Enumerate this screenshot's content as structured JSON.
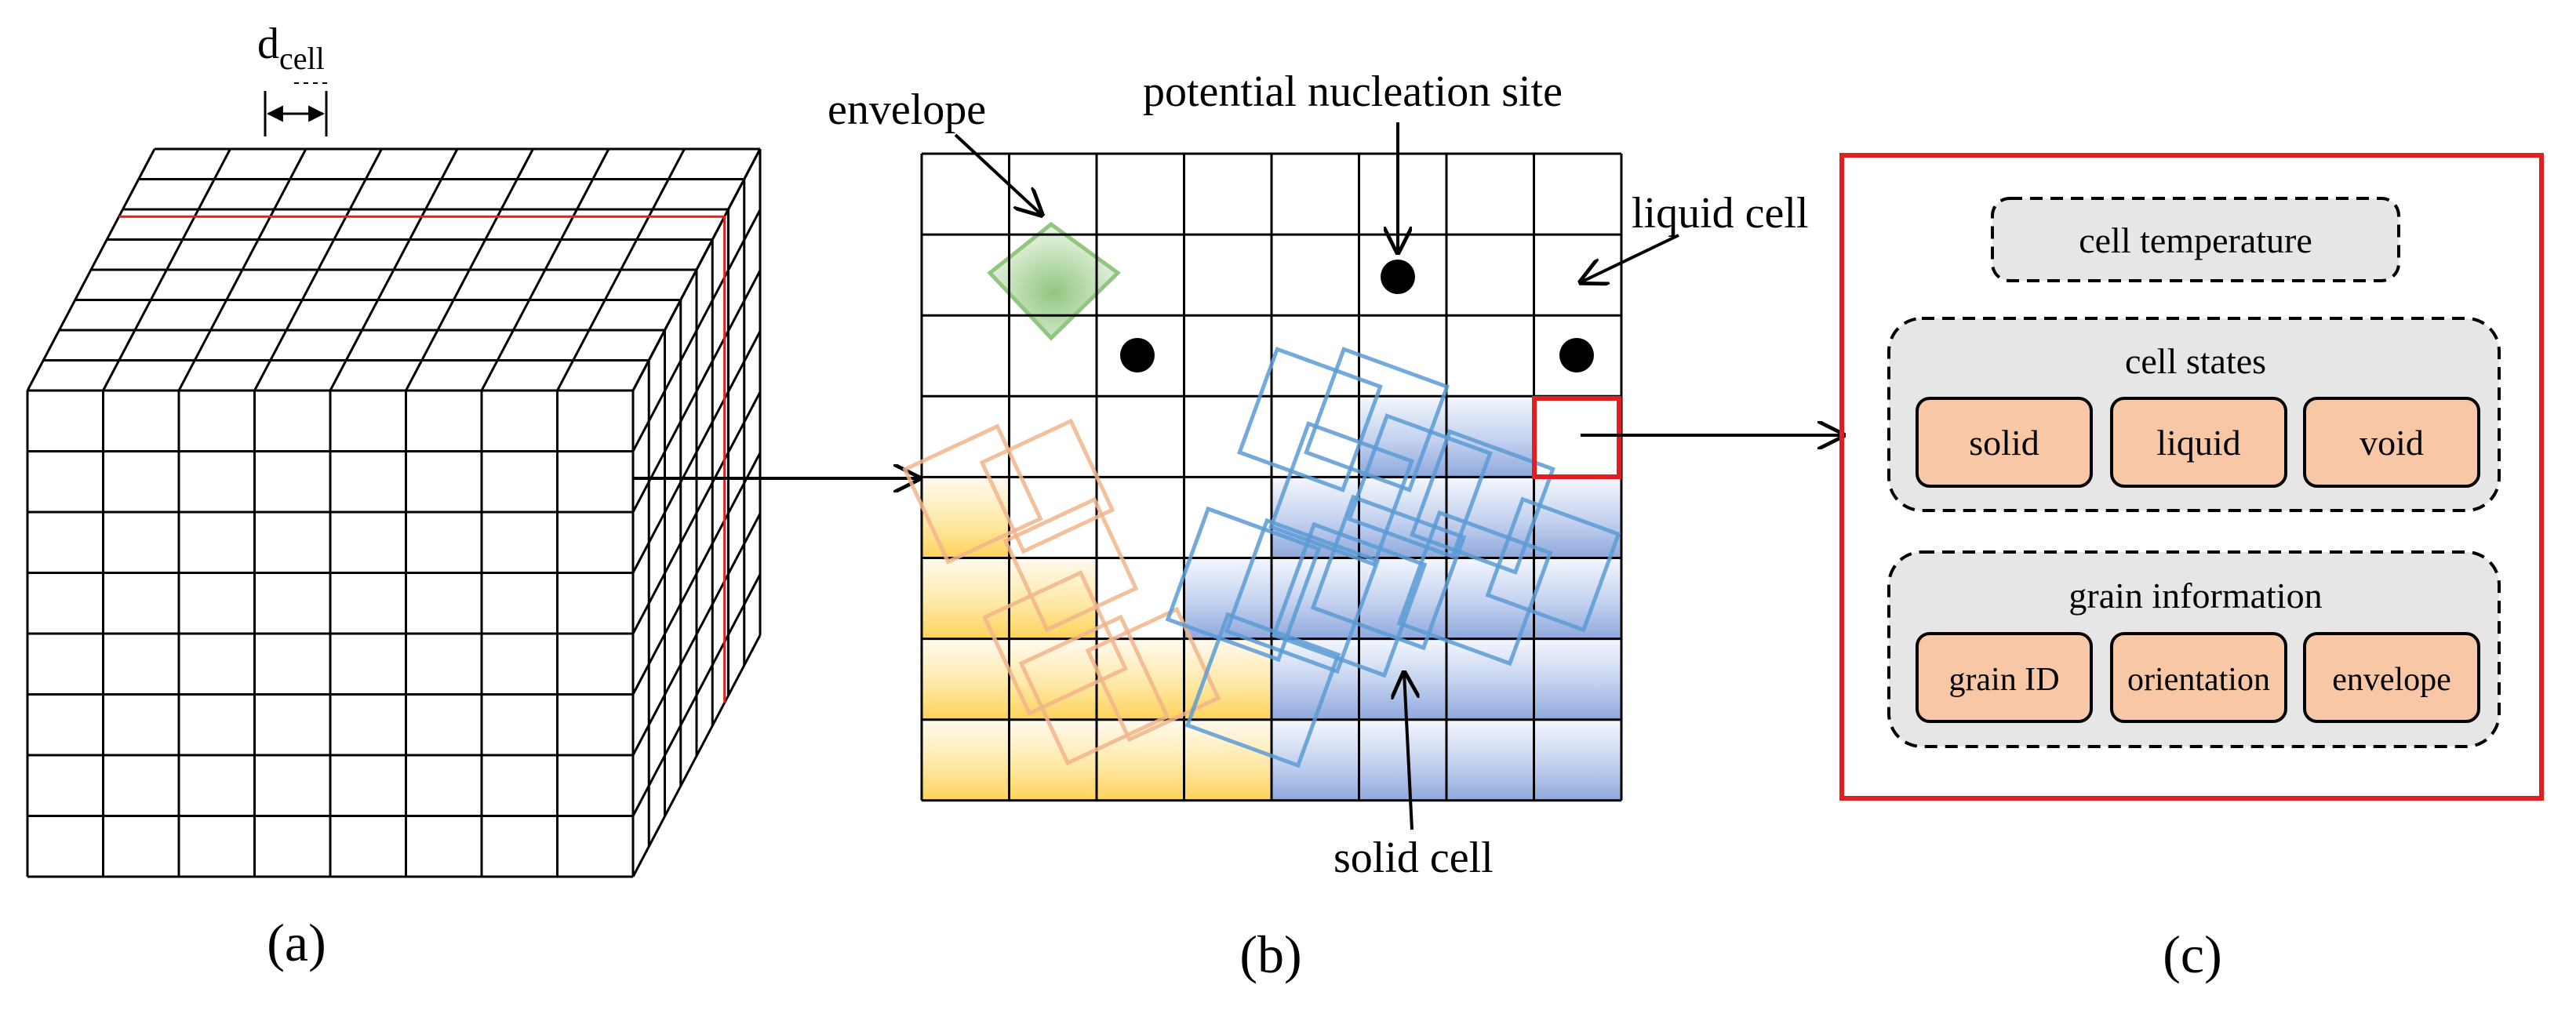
{
  "panel_a": {
    "dim_label_base": "d",
    "dim_label_sub": "cell",
    "caption": "(a)"
  },
  "panel_b": {
    "labels": {
      "envelope": "envelope",
      "potential_nucleation_site": "potential nucleation site",
      "liquid_cell": "liquid cell",
      "solid_cell": "solid cell"
    },
    "caption": "(b)"
  },
  "panel_c": {
    "cell_temperature": "cell temperature",
    "cell_states": {
      "title": "cell states",
      "items": [
        "solid",
        "liquid",
        "void"
      ]
    },
    "grain_information": {
      "title": "grain information",
      "items": [
        "grain ID",
        "orientation",
        "envelope"
      ]
    },
    "caption": "(c)"
  },
  "colors": {
    "grid_line": "#000000",
    "highlight_red": "#e02020",
    "envelope_green": "#8cc47a",
    "yellow_grain": "#ffd35a",
    "blue_grain": "#8fa8dc",
    "orange_envelope": "#f2b48a",
    "blue_envelope": "#5b9bd5",
    "box_fill": "#f8c8a6",
    "group_fill": "#e6e6e6"
  }
}
